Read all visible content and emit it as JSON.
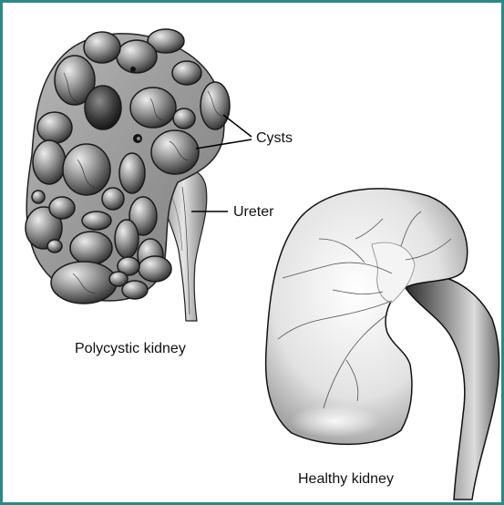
{
  "labels": {
    "cysts": "Cysts",
    "ureter": "Ureter",
    "polycystic_caption": "Polycystic kidney",
    "healthy_caption": "Healthy kidney"
  },
  "colors": {
    "border": "#2a8a86",
    "leader_lines": "#000000"
  }
}
